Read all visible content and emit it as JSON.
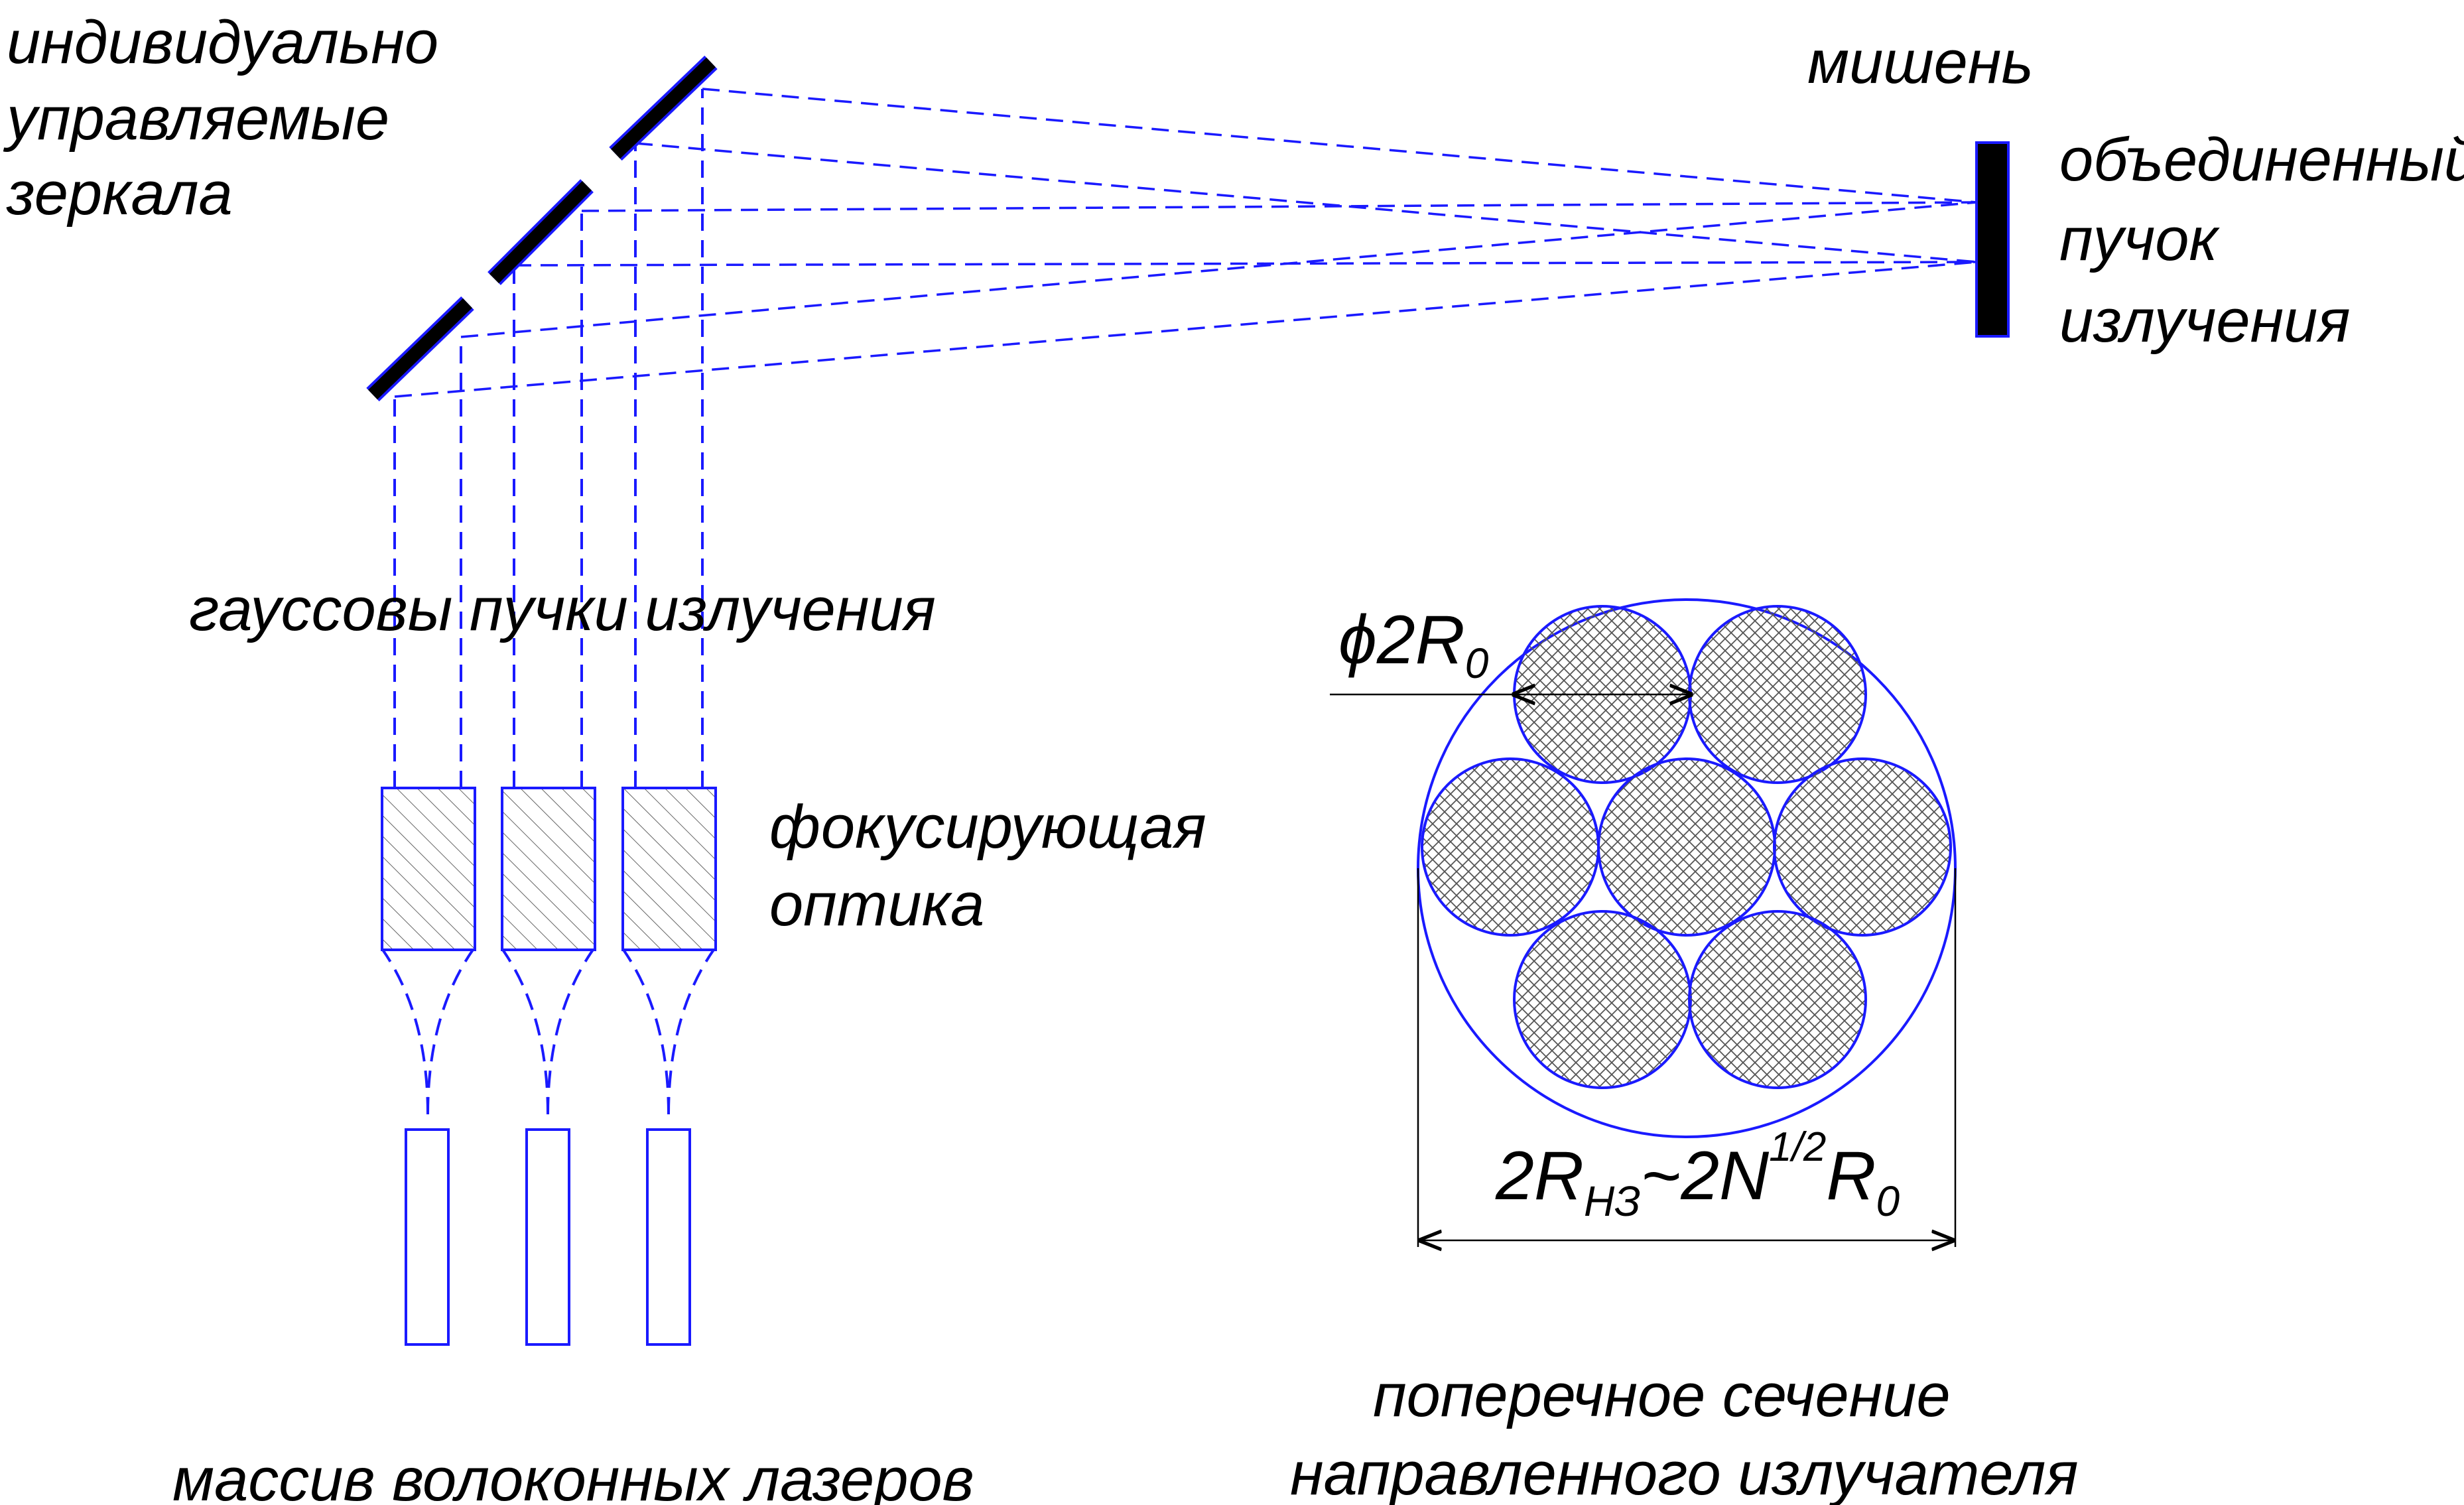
{
  "labels": {
    "mirrors": [
      "индивидуально",
      "управляемые",
      "зеркала"
    ],
    "target": "мишень",
    "combined_beam": [
      "объединенный",
      "пучок",
      "излучения"
    ],
    "gaussian_beams": "гауссовы пучки излучения",
    "focusing_optics": [
      "фокусирующая",
      "оптика"
    ],
    "laser_array": "массив волоконных лазеров",
    "cross_section": [
      "поперечное сечение",
      "направленного излучателя"
    ]
  },
  "dimensions": {
    "beam_diameter": {
      "symbol": "ϕ",
      "main": "2R",
      "sub": "0"
    },
    "emitter_diameter": {
      "main_1": "2R",
      "sub_1": "НЗ",
      "main_2": "~2N",
      "sup": "1/2",
      "main_3": "R",
      "sub_2": "0"
    }
  },
  "colors": {
    "line": "#1a1aff",
    "hatch": "#555555",
    "mirror": "#000000",
    "text": "#000000"
  }
}
